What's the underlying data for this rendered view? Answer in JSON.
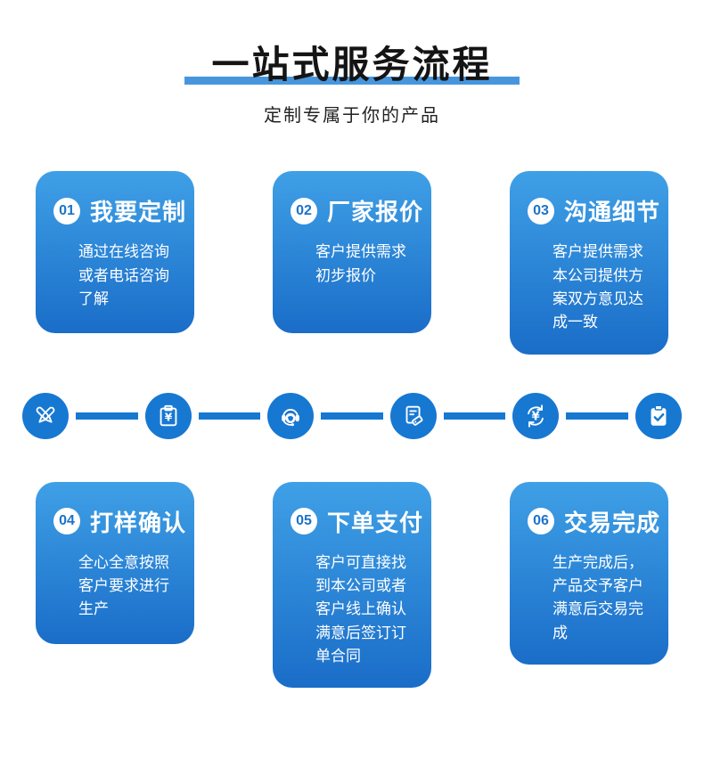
{
  "page": {
    "title": "一站式服务流程",
    "subtitle": "定制专属于你的产品"
  },
  "colors": {
    "title_underline": "#4796dd",
    "card_gradient_top": "#3fa0e6",
    "card_gradient_bottom": "#1a6dc8",
    "icon_circle": "#1778d2",
    "badge_number": "#1a73cb",
    "card_text": "#ffffff",
    "title_text": "#141414"
  },
  "steps": [
    {
      "number": "01",
      "title": "我要定制",
      "description": "通过在线咨询或者电话咨询了解"
    },
    {
      "number": "02",
      "title": "厂家报价",
      "description": "客户提供需求初步报价"
    },
    {
      "number": "03",
      "title": "沟通细节",
      "description": "客户提供需求本公司提供方案双方意见达成一致"
    },
    {
      "number": "04",
      "title": "打样确认",
      "description": "全心全意按照客户要求进行生产"
    },
    {
      "number": "05",
      "title": "下单支付",
      "description": "客户可直接找到本公司或者客户线上确认满意后签订订单合同"
    },
    {
      "number": "06",
      "title": "交易完成",
      "description": "生产完成后，产品交予客户满意后交易完成"
    }
  ],
  "icons": [
    {
      "name": "crossed-pens-icon",
      "meaning": "定制设计"
    },
    {
      "name": "quote-clipboard-yuan-icon",
      "meaning": "厂家报价",
      "glyph": "¥"
    },
    {
      "name": "customer-service-headset-icon",
      "meaning": "沟通细节"
    },
    {
      "name": "order-document-tag-icon",
      "meaning": "打样确认"
    },
    {
      "name": "payment-yuan-exchange-icon",
      "meaning": "下单支付",
      "glyph": "¥"
    },
    {
      "name": "complete-clipboard-check-icon",
      "meaning": "交易完成"
    }
  ]
}
